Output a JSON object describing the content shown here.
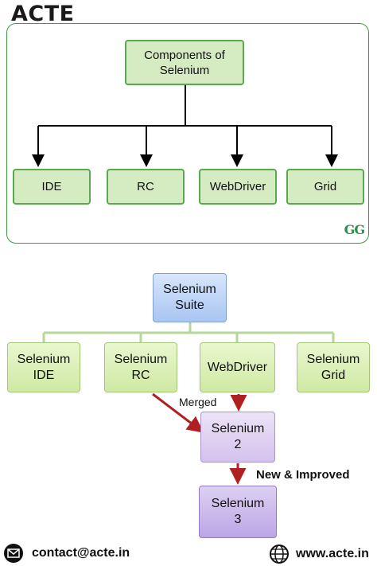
{
  "brand": {
    "logo": "ACTE"
  },
  "diagram1": {
    "root": "Components of Selenium",
    "children": [
      "IDE",
      "RC",
      "WebDriver",
      "Grid"
    ],
    "watermark": "GG"
  },
  "diagram2": {
    "root": "Selenium Suite",
    "children": [
      "Selenium IDE",
      "Selenium RC",
      "WebDriver",
      "Selenium Grid"
    ],
    "merged_label": "Merged",
    "selenium2": "Selenium 2",
    "improved_label": "New & Improved",
    "selenium3": "Selenium 3"
  },
  "footer": {
    "email": "contact@acte.in",
    "website": "www.acte.in",
    "email_icon": "mail-icon",
    "web_icon": "globe-icon"
  }
}
